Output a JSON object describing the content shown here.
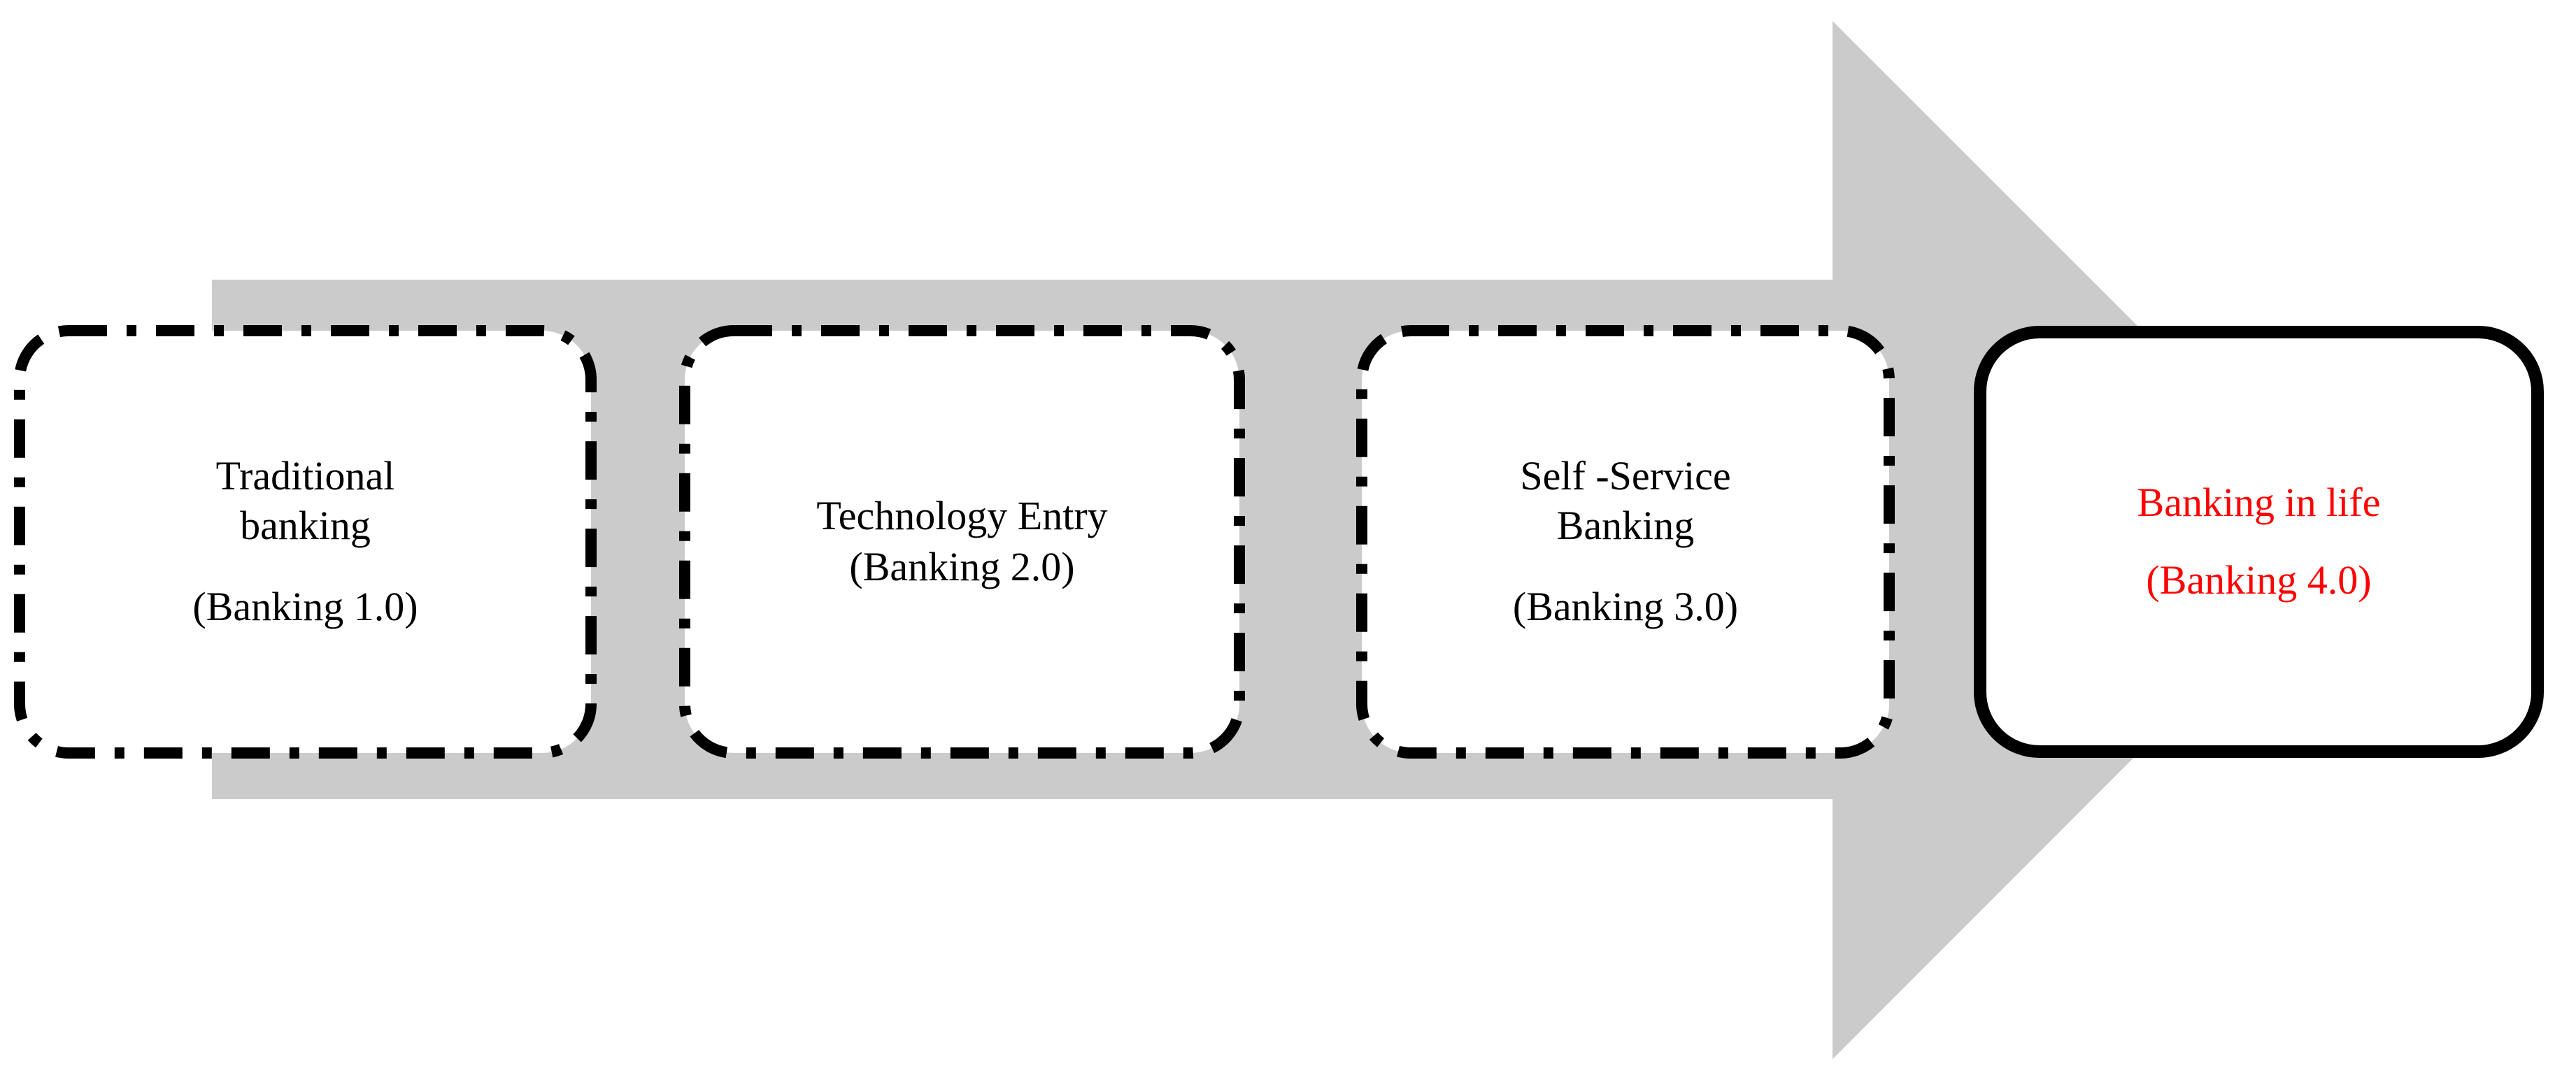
{
  "diagram": {
    "stages": [
      {
        "title": "Traditional banking",
        "subtitle": "(Banking 1.0)",
        "border_style": "dash-dot",
        "emphasized": false
      },
      {
        "title": "Technology Entry",
        "subtitle": "(Banking 2.0)",
        "border_style": "dash-dot",
        "emphasized": false
      },
      {
        "title": "Self -Service Banking",
        "subtitle": "(Banking 3.0)",
        "border_style": "dash-dot",
        "emphasized": false
      },
      {
        "title": "Banking in life",
        "subtitle": "(Banking 4.0)",
        "border_style": "solid",
        "emphasized": true
      }
    ],
    "colors": {
      "arrow_fill": "#CBCBCB",
      "box_border": "#000000",
      "box_fill": "#FFFFFF",
      "stage_text": "#000000",
      "emphasized_text": "#FF0000",
      "background": "#FFFFFF"
    }
  }
}
